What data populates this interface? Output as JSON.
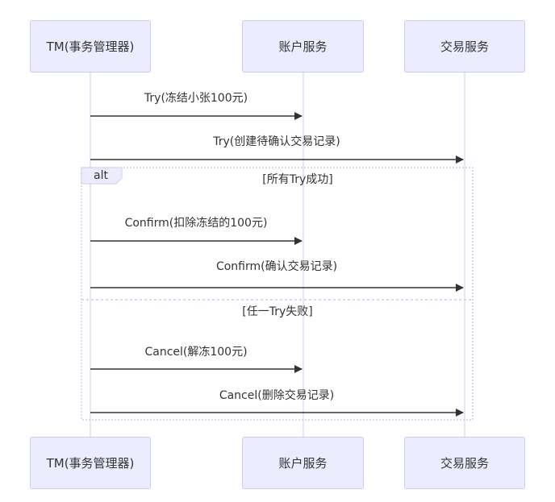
{
  "participants": [
    {
      "id": "tm",
      "label": "TM(事务管理器)"
    },
    {
      "id": "account",
      "label": "账户服务"
    },
    {
      "id": "trade",
      "label": "交易服务"
    }
  ],
  "messages": [
    {
      "from": "tm",
      "to": "account",
      "label": "Try(冻结小张100元)"
    },
    {
      "from": "tm",
      "to": "trade",
      "label": "Try(创建待确认交易记录)"
    },
    {
      "from": "tm",
      "to": "account",
      "label": "Confirm(扣除冻结的100元)"
    },
    {
      "from": "tm",
      "to": "trade",
      "label": "Confirm(确认交易记录)"
    },
    {
      "from": "tm",
      "to": "account",
      "label": "Cancel(解冻100元)"
    },
    {
      "from": "tm",
      "to": "trade",
      "label": "Cancel(删除交易记录)"
    }
  ],
  "alt": {
    "tag": "alt",
    "branch1": "[所有Try成功]",
    "branch2": "[任一Try失败]"
  },
  "colors": {
    "actor_fill": "#ECECFF",
    "actor_border": "#cfcbf2",
    "lifeline": "#cfcbf2",
    "arrow": "#333333",
    "alt_border": "#cfcbf2"
  }
}
